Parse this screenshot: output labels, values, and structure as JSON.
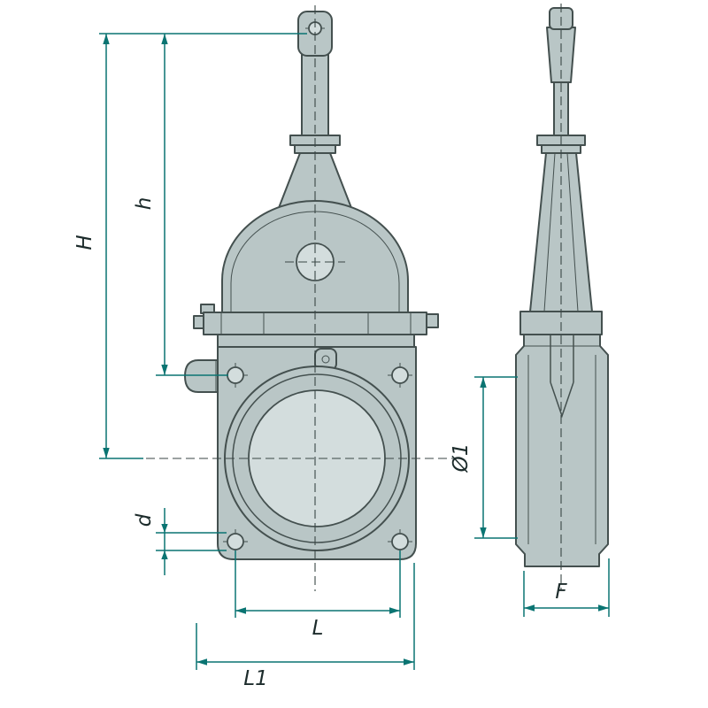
{
  "diagram": {
    "type": "technical-drawing",
    "subject": "gate valve orthographic projection, front and side views with dimension callouts",
    "dimensions": {
      "H": "H",
      "h": "h",
      "d": "d",
      "L": "L",
      "L1": "L1",
      "O1": "Ø1",
      "F": "F"
    },
    "colors": {
      "body_fill": "#b9c6c6",
      "body_light": "#d3dddd",
      "outline": "#44504f",
      "centerline": "#3a4645",
      "dimension": "#0a7472",
      "label": "#1c2b2b",
      "background": "#ffffff"
    }
  }
}
